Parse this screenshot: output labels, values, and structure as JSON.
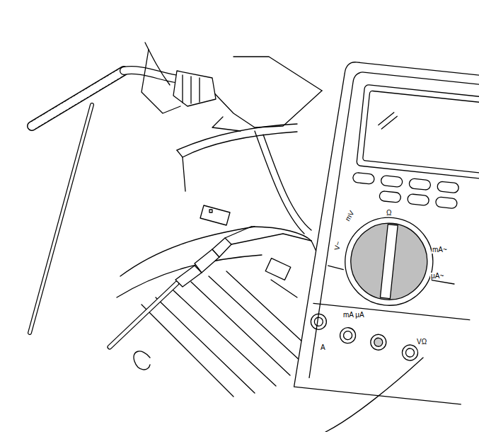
{
  "diagram": {
    "labels": [
      "V~",
      "mV",
      "Ω",
      "mA~",
      "μA~",
      "mA μA",
      "A",
      "VΩ"
    ]
  }
}
